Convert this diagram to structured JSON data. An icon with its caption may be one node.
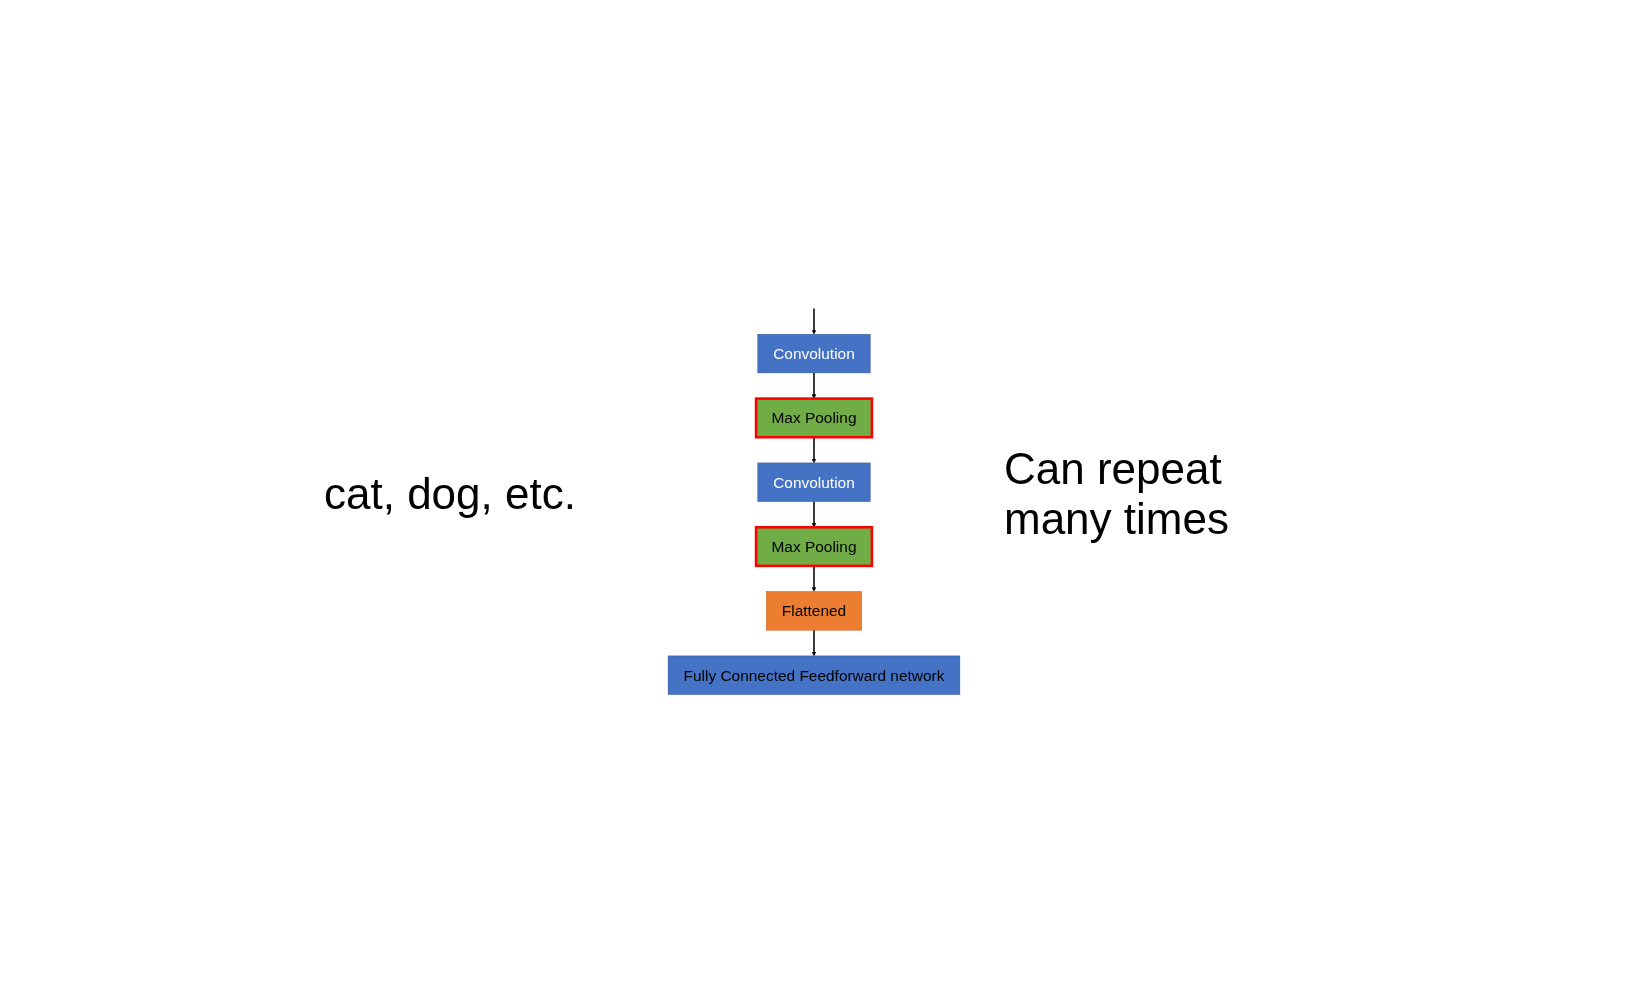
{
  "diagram": {
    "nodes": [
      {
        "text": [
          "Convolution"
        ]
      },
      {
        "text": [
          "Max Pooling"
        ]
      },
      {
        "text": [
          "Convolution"
        ]
      },
      {
        "text": [
          "Max Pooling"
        ]
      },
      {
        "text": [
          "Flattened"
        ]
      },
      {
        "text": [
          "Fully Connected Feedforward network"
        ]
      }
    ],
    "edges": [
      {
        "from": null,
        "to": 0,
        "arrow": "to"
      },
      {
        "from": 0,
        "to": 1,
        "arrow": "to"
      },
      {
        "from": 1,
        "to": 2,
        "arrow": "to"
      },
      {
        "from": 2,
        "to": 3,
        "arrow": "to"
      },
      {
        "from": 3,
        "to": 4,
        "arrow": "to"
      },
      {
        "from": 4,
        "to": 5,
        "arrow": "to"
      }
    ],
    "labels": [
      "cat, dog, etc.",
      "Can repeat many times"
    ]
  }
}
